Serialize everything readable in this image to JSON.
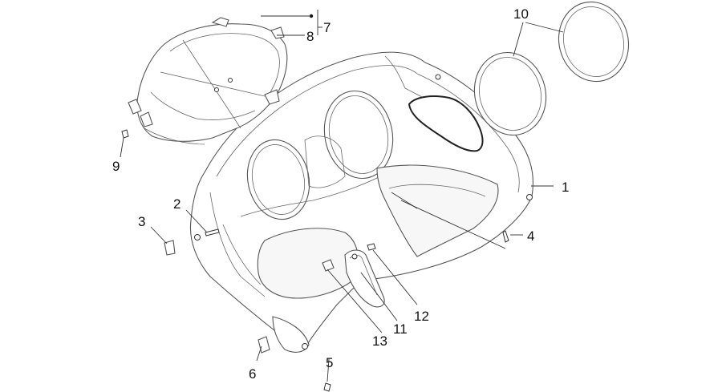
{
  "callouts": {
    "c1": "1",
    "c2": "2",
    "c3": "3",
    "c4": "4",
    "c5": "5",
    "c6": "6",
    "c7": "7",
    "c8": "8",
    "c9": "9",
    "c10": "10",
    "c11": "11",
    "c12": "12",
    "c13": "13"
  },
  "colors": {
    "line": "#555555",
    "text": "#111111",
    "background": "#ffffff"
  }
}
